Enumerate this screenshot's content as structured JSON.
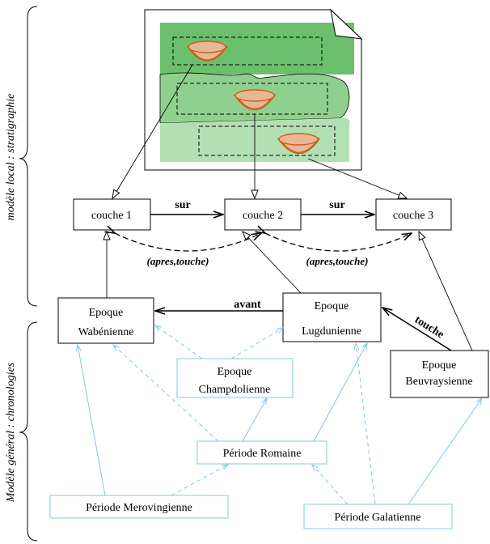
{
  "side_labels": {
    "top": "modèle local : stratigraphie",
    "bottom": "Modèle général : chronologies"
  },
  "couches": {
    "c1": "couche 1",
    "c2": "couche 2",
    "c3": "couche 3"
  },
  "relations": {
    "sur1": "sur",
    "sur2": "sur",
    "apres1": "(apres,touche)",
    "apres2": "(apres,touche)",
    "avant": "avant",
    "touche": "touche"
  },
  "epoques": {
    "wabenienne": [
      "Epoque",
      "Wabénienne"
    ],
    "lugdunienne": [
      "Epoque",
      "Lugdunienne"
    ],
    "beuvraysienne": [
      "Epoque",
      "Beuvraysienne"
    ],
    "champdolienne": [
      "Epoque",
      "Champdolienne"
    ]
  },
  "periodes": {
    "romaine": "Période Romaine",
    "merovingienne": "Période Merovingienne",
    "galatienne": "Période Galatienne"
  },
  "colors": {
    "layer_top": "#6cbf6c",
    "layer_mid": "#8fd08f",
    "layer_bottom": "#b3e0b3",
    "pot_fill": "#e8b896",
    "pot_rim": "#c8621f",
    "cyan": "#7fc8e8"
  }
}
